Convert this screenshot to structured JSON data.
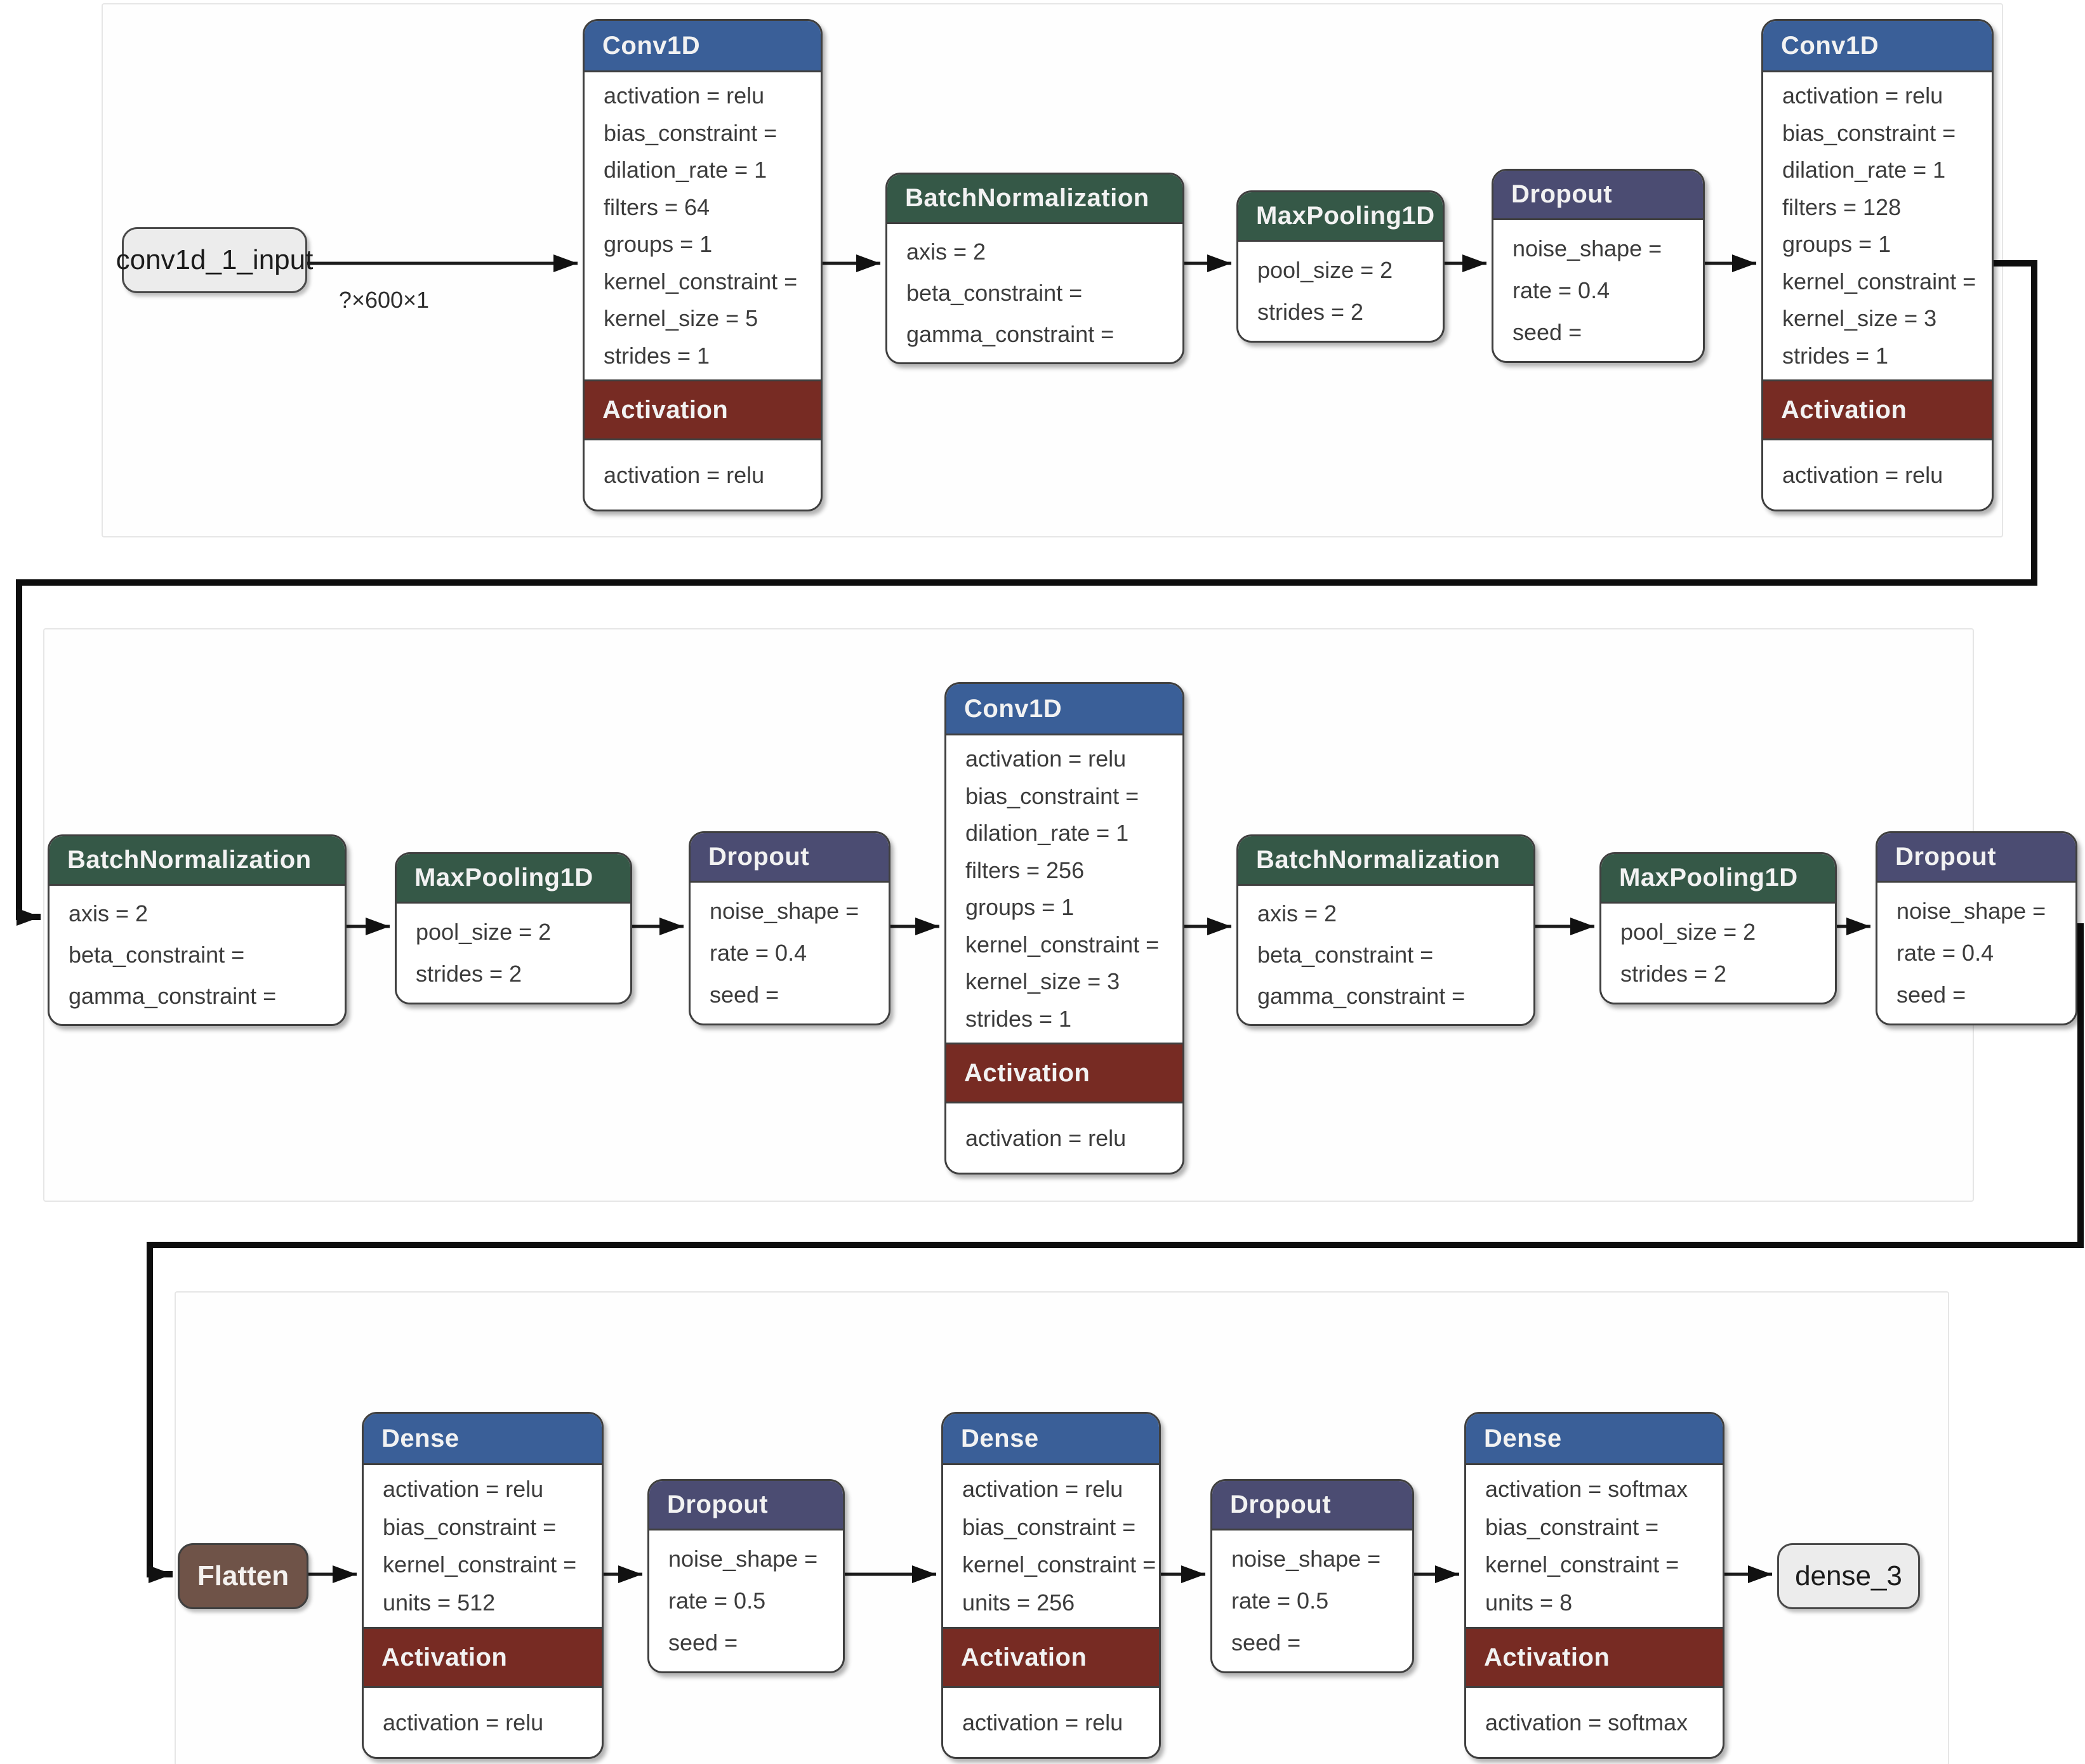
{
  "diagram": {
    "type": "neural-network-layer-graph",
    "edge_label": "?×600×1",
    "colors": {
      "conv_dense_header": "#3a5f98",
      "batchnorm_maxpool_header": "#355847",
      "dropout_header": "#4b4c72",
      "activation_header": "#772b23",
      "flatten_fill": "#6f5348",
      "terminal_fill": "#ececec",
      "node_border": "#3f3f3f",
      "edge_line": "#1c1c1c"
    }
  },
  "nodes": {
    "input": {
      "label": "conv1d_1_input"
    },
    "conv1": {
      "title": "Conv1D",
      "params": [
        "activation = relu",
        "bias_constraint =",
        "dilation_rate = 1",
        "filters = 64",
        "groups = 1",
        "kernel_constraint =",
        "kernel_size = 5",
        "strides = 1"
      ],
      "sub_title": "Activation",
      "sub_param": "activation = relu"
    },
    "bn1": {
      "title": "BatchNormalization",
      "params": [
        "axis = 2",
        "beta_constraint =",
        "gamma_constraint ="
      ]
    },
    "mp1": {
      "title": "MaxPooling1D",
      "params": [
        "pool_size = 2",
        "strides = 2"
      ]
    },
    "do1": {
      "title": "Dropout",
      "params": [
        "noise_shape =",
        "rate = 0.4",
        "seed ="
      ]
    },
    "conv2": {
      "title": "Conv1D",
      "params": [
        "activation = relu",
        "bias_constraint =",
        "dilation_rate = 1",
        "filters = 128",
        "groups = 1",
        "kernel_constraint =",
        "kernel_size = 3",
        "strides = 1"
      ],
      "sub_title": "Activation",
      "sub_param": "activation = relu"
    },
    "bn2": {
      "title": "BatchNormalization",
      "params": [
        "axis = 2",
        "beta_constraint =",
        "gamma_constraint ="
      ]
    },
    "mp2": {
      "title": "MaxPooling1D",
      "params": [
        "pool_size = 2",
        "strides = 2"
      ]
    },
    "do2": {
      "title": "Dropout",
      "params": [
        "noise_shape =",
        "rate = 0.4",
        "seed ="
      ]
    },
    "conv3": {
      "title": "Conv1D",
      "params": [
        "activation = relu",
        "bias_constraint =",
        "dilation_rate = 1",
        "filters = 256",
        "groups = 1",
        "kernel_constraint =",
        "kernel_size = 3",
        "strides = 1"
      ],
      "sub_title": "Activation",
      "sub_param": "activation = relu"
    },
    "bn3": {
      "title": "BatchNormalization",
      "params": [
        "axis = 2",
        "beta_constraint =",
        "gamma_constraint ="
      ]
    },
    "mp3": {
      "title": "MaxPooling1D",
      "params": [
        "pool_size = 2",
        "strides = 2"
      ]
    },
    "do3": {
      "title": "Dropout",
      "params": [
        "noise_shape =",
        "rate = 0.4",
        "seed ="
      ]
    },
    "flatten": {
      "label": "Flatten"
    },
    "dense1": {
      "title": "Dense",
      "params": [
        "activation = relu",
        "bias_constraint =",
        "kernel_constraint =",
        "units = 512"
      ],
      "sub_title": "Activation",
      "sub_param": "activation = relu"
    },
    "do4": {
      "title": "Dropout",
      "params": [
        "noise_shape =",
        "rate = 0.5",
        "seed ="
      ]
    },
    "dense2": {
      "title": "Dense",
      "params": [
        "activation = relu",
        "bias_constraint =",
        "kernel_constraint =",
        "units = 256"
      ],
      "sub_title": "Activation",
      "sub_param": "activation = relu"
    },
    "do5": {
      "title": "Dropout",
      "params": [
        "noise_shape =",
        "rate = 0.5",
        "seed ="
      ]
    },
    "dense3": {
      "title": "Dense",
      "params": [
        "activation = softmax",
        "bias_constraint =",
        "kernel_constraint =",
        "units = 8"
      ],
      "sub_title": "Activation",
      "sub_param": "activation = softmax"
    },
    "output": {
      "label": "dense_3"
    }
  }
}
